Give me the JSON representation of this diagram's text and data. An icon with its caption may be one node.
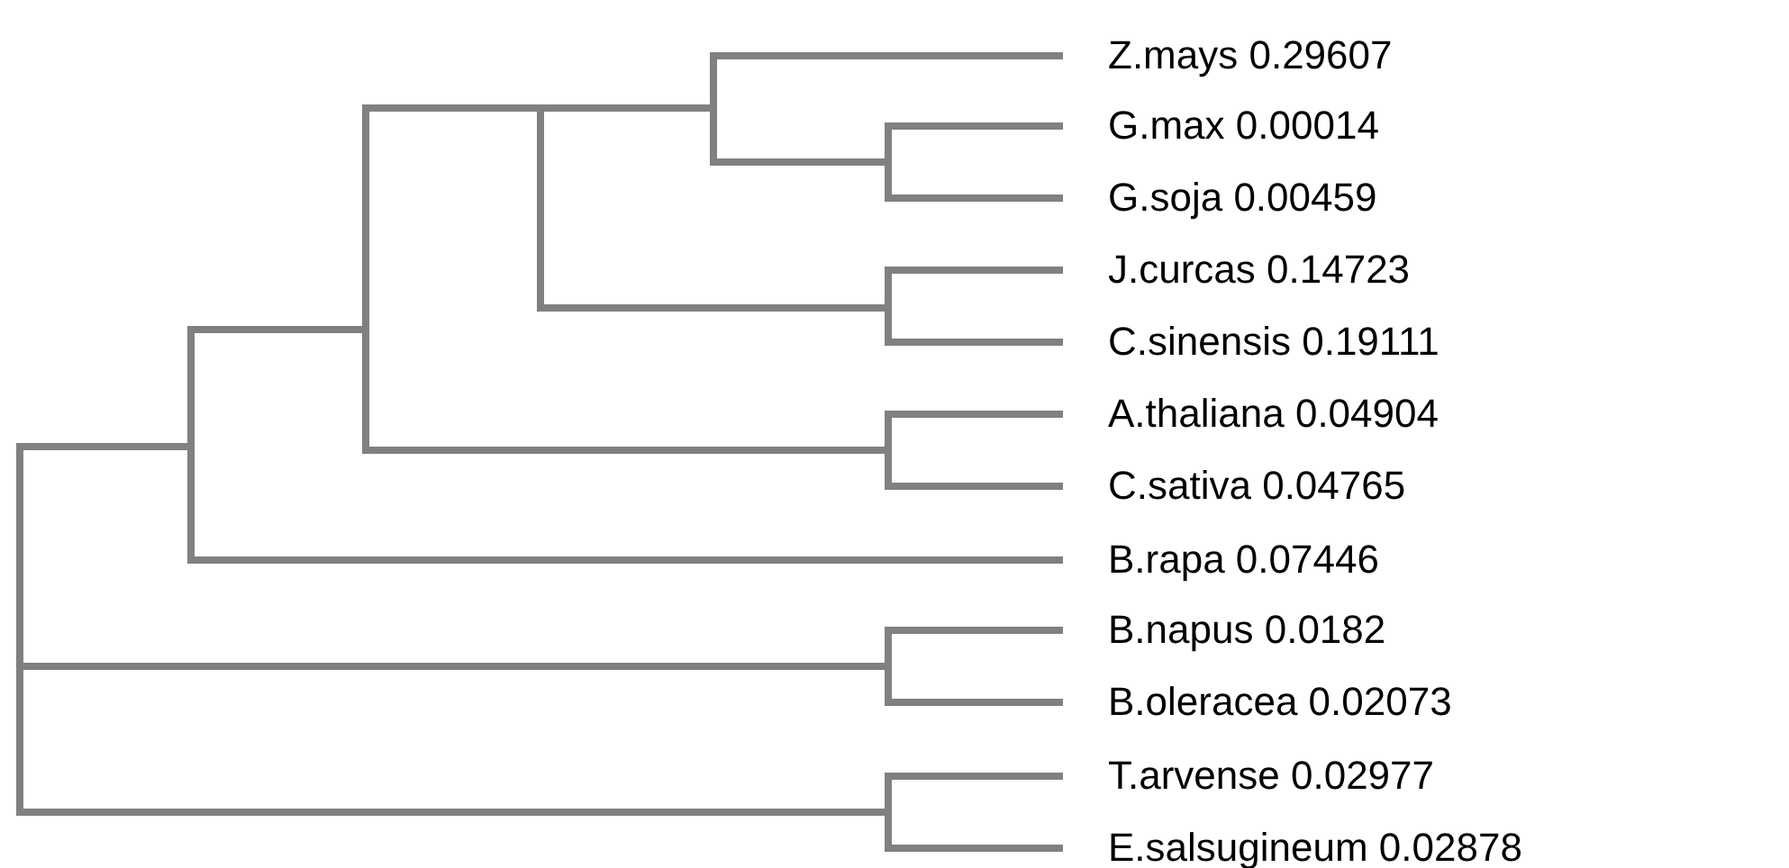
{
  "diagram": {
    "labels": [
      "Z.mays 0.29607",
      "G.max 0.00014",
      "G.soja 0.00459",
      "J.curcas 0.14723",
      "C.sinensis 0.19111",
      "A.thaliana 0.04904",
      "C.sativa 0.04765",
      "B.rapa 0.07446",
      "B.napus 0.0182",
      "B.oleracea 0.02073",
      "T.arvense 0.02977",
      "E.salsugineum 0.02878"
    ]
  }
}
